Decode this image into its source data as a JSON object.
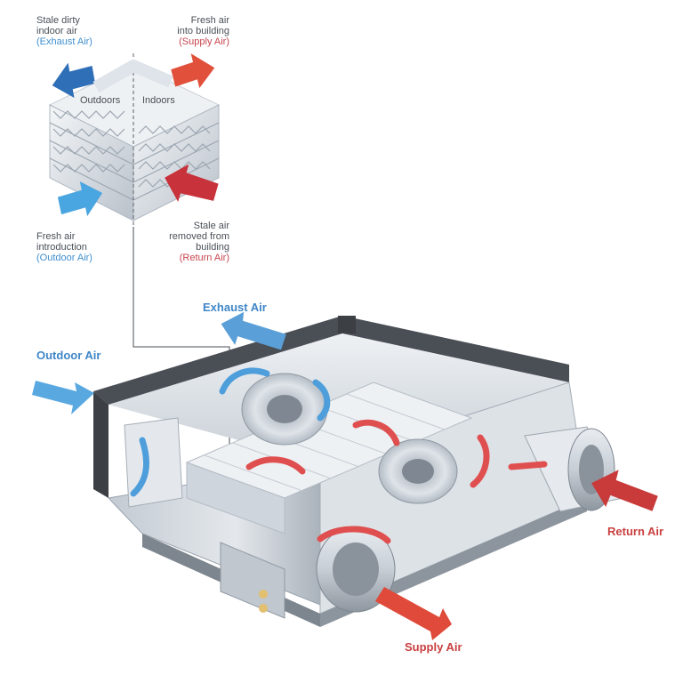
{
  "inset": {
    "top_left": {
      "lines": [
        "Stale dirty",
        "indoor air"
      ],
      "tag": "(Exhaust Air)",
      "arrow_color": "#2f6fb8"
    },
    "top_right": {
      "lines": [
        "Fresh air",
        "into building"
      ],
      "tag": "(Supply Air)",
      "arrow_color": "#e0503a"
    },
    "bottom_left": {
      "lines": [
        "Fresh air",
        "introduction"
      ],
      "tag": "(Outdoor Air)",
      "arrow_color": "#4aa6e0"
    },
    "bottom_right": {
      "lines": [
        "Stale air",
        "removed from",
        "building"
      ],
      "tag": "(Return Air)",
      "arrow_color": "#c8323a"
    },
    "side_left": "Outdoors",
    "side_right": "Indoors"
  },
  "labels": {
    "exhaust": "Exhaust Air",
    "outdoor": "Outdoor Air",
    "return": "Return Air",
    "supply": "Supply Air"
  },
  "colors": {
    "blue": "#3f86c8",
    "red": "#c93f3f",
    "unit_body": "#d9dee4",
    "frame": "#3c3f44"
  }
}
